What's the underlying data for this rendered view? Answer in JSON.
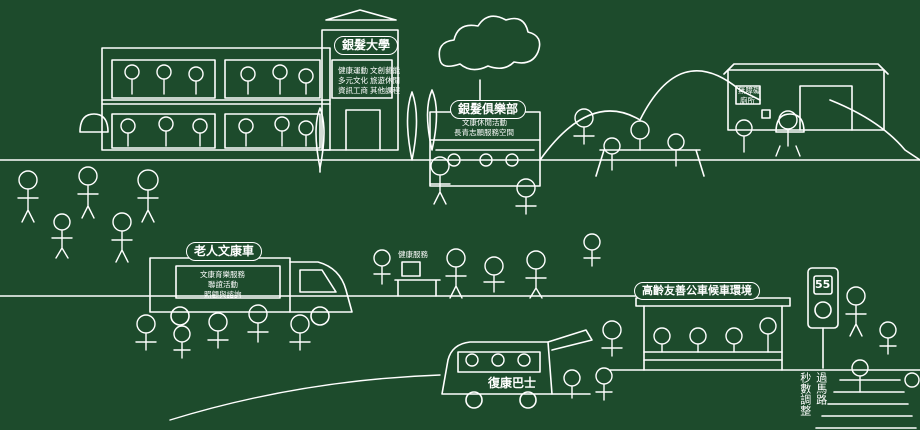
{
  "colors": {
    "background": "#1d4b2c",
    "line": "#ffffff"
  },
  "university": {
    "sign": "銀髮大學",
    "courses": [
      "健康運動",
      "文創藝能",
      "多元文化",
      "旅遊休閒",
      "資訊工商",
      "其他課程"
    ]
  },
  "club": {
    "sign": "銀髮俱樂部",
    "services": [
      "文康休閒活動",
      "長青志願服務空間"
    ]
  },
  "toilet": {
    "lines": [
      "無障礙",
      "廁所"
    ]
  },
  "truck": {
    "sign": "老人文康車",
    "services": [
      "文康育樂服務",
      "聯誼活動",
      "照顧與諮詢"
    ]
  },
  "health": {
    "label": "健康服務"
  },
  "bus_stop": {
    "sign": "高齡友善公車候車環境"
  },
  "bus": {
    "label": "復康巴士"
  },
  "signal": {
    "seconds": "55"
  },
  "crossing": {
    "lines": [
      "過馬路",
      "秒數調整"
    ]
  }
}
